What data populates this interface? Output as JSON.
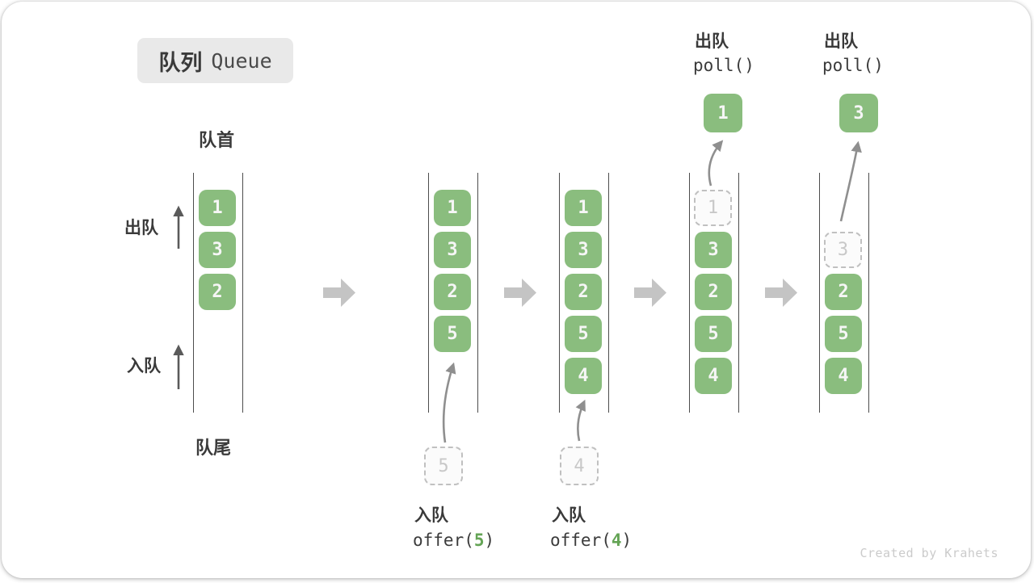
{
  "title": {
    "zh": "队列",
    "en": "Queue"
  },
  "labels": {
    "front": "队首",
    "rear": "队尾",
    "dequeue": "出队",
    "enqueue": "入队"
  },
  "states": [
    {
      "boxes": [
        "1",
        "3",
        "2"
      ]
    },
    {
      "boxes": [
        "1",
        "3",
        "2",
        "5"
      ],
      "incoming": "5"
    },
    {
      "boxes": [
        "1",
        "3",
        "2",
        "5",
        "4"
      ],
      "incoming": "4"
    },
    {
      "boxes": [
        "3",
        "2",
        "5",
        "4"
      ],
      "removed": "1",
      "polled": "1"
    },
    {
      "boxes": [
        "2",
        "5",
        "4"
      ],
      "removed": "3",
      "polled": "3"
    }
  ],
  "ops": {
    "enqueue": [
      {
        "label": "入队",
        "pre": "offer(",
        "arg": "5",
        "post": ")"
      },
      {
        "label": "入队",
        "pre": "offer(",
        "arg": "4",
        "post": ")"
      }
    ],
    "dequeue": [
      {
        "label": "出队",
        "code": "poll()"
      },
      {
        "label": "出队",
        "code": "poll()"
      }
    ]
  },
  "watermark": "Created by Krahets",
  "colors": {
    "box_green": "#8abd7e",
    "code_arg_green": "#64a455",
    "badge_bg": "#e9e9e9",
    "wall_gray": "#4d4d4d",
    "transition_arrow_gray": "#c4c4c4",
    "pointer_arrow_gray": "#8f8f8f",
    "direction_arrow_gray": "#5a5a5a",
    "dashed_border_gray": "#c0c0c0",
    "watermark_gray": "#cbcbcb"
  }
}
